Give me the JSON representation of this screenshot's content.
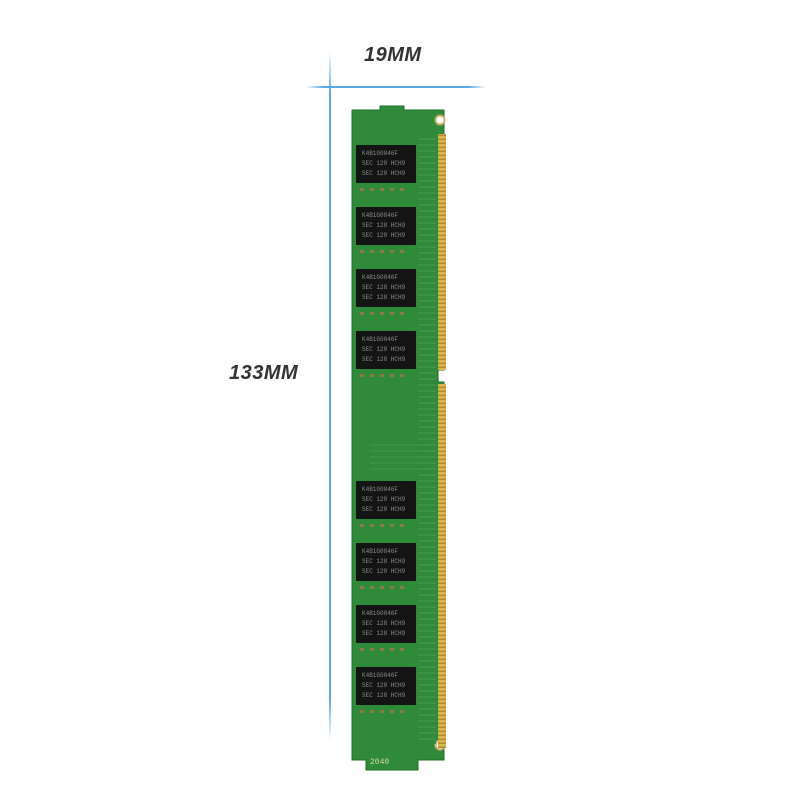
{
  "dimensions": {
    "width_label": "19MM",
    "height_label": "133MM"
  },
  "module": {
    "pcb_code": "2040",
    "chip_text_lines": [
      "K4B1G0846F",
      "SEC 128 HCH9",
      "SEC 128 HCH9"
    ],
    "chip_count": 8
  },
  "colors": {
    "pcb_green": "#2f8a3a",
    "chip_black": "#141414",
    "gold_contacts": "#caa540",
    "dimension_line": "#5aa7e6"
  }
}
